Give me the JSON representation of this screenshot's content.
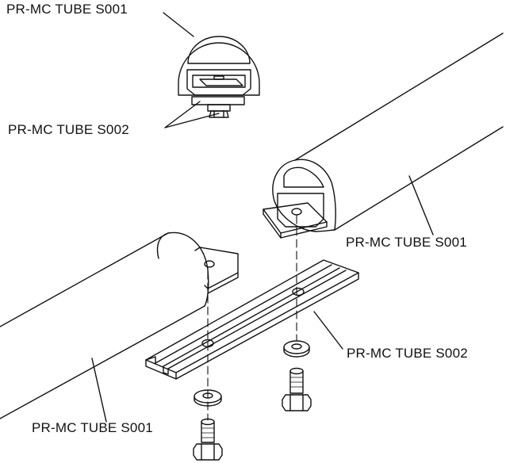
{
  "labels": {
    "top_tube": "PR-MC TUBE S001",
    "top_connector": "PR-MC TUBE S002",
    "right_tube": "PR-MC TUBE S001",
    "rail": "PR-MC TUBE S002",
    "bottom_tube": "PR-MC TUBE S001"
  },
  "colors": {
    "line": "#111111",
    "background": "#ffffff"
  }
}
